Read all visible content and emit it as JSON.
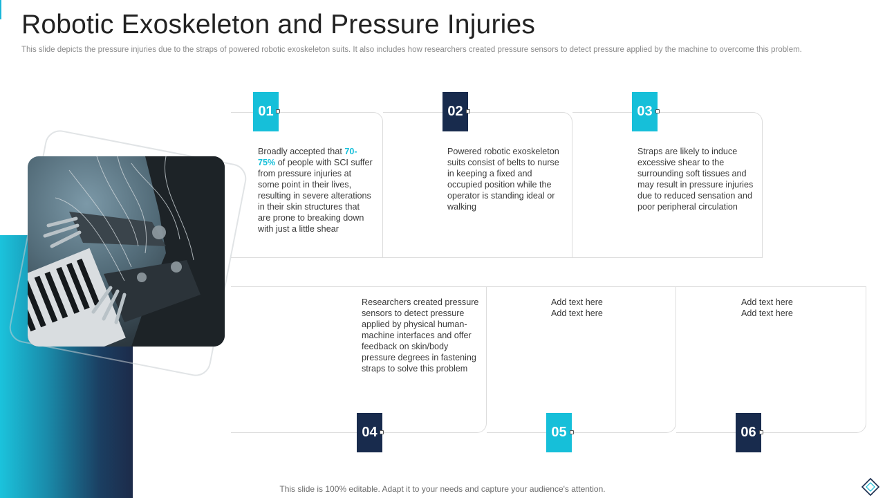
{
  "slide": {
    "title": "Robotic Exoskeleton and Pressure Injuries",
    "subtitle": "This slide depicts the pressure injuries due to the straps of powered robotic exoskeleton suits. It also includes how researchers created pressure sensors to detect pressure applied by the machine to overcome this problem.",
    "footer": "This slide is 100% editable. Adapt it to your needs and capture your audience's attention."
  },
  "colors": {
    "cyan": "#16bfd9",
    "navy": "#182b4d",
    "text": "#3a3a3a"
  },
  "image": {
    "description_icon": "robot-hands-piano-photo"
  },
  "steps": [
    {
      "number": "01",
      "text_before": "Broadly accepted that ",
      "highlight": "70-75%",
      "text_after": " of people with SCI suffer from pressure injuries at some point in their lives, resulting in severe alterations in their skin structures that are prone to breaking down with just a little shear"
    },
    {
      "number": "02",
      "text": "Powered robotic exoskeleton suits consist of belts to nurse in keeping a fixed and occupied position while the operator is standing ideal or walking"
    },
    {
      "number": "03",
      "text": "Straps are likely to induce excessive shear to the surrounding soft tissues and may result in pressure injuries due to reduced sensation and poor peripheral circulation"
    },
    {
      "number": "04",
      "text": "Researchers created pressure sensors to detect pressure applied by physical human-machine interfaces and offer feedback on skin/body pressure degrees in fastening straps to solve this problem"
    },
    {
      "number": "05",
      "line1": "Add text here",
      "line2": "Add text here"
    },
    {
      "number": "06",
      "line1": "Add text here",
      "line2": "Add text here"
    }
  ]
}
